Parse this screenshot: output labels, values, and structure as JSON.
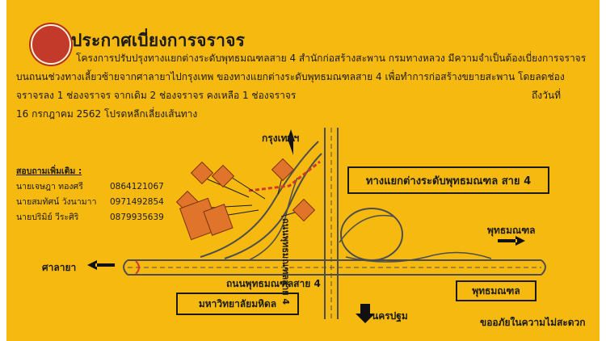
{
  "notice": {
    "title": "ประกาศเบี่ยงการจราจร",
    "lines": [
      "โครงการปรับปรุงทางแยกต่างระดับพุทธมณฑลสาย 4 สำนักก่อสร้างสะพาน กรมทางหลวง มีความจำเป็นต้องเบี่ยงการจราจร",
      "บนถนนช่วงทางเลี้ยวซ้ายจากศาลายาไปกรุงเทพ ของทางแยกต่างระดับพุทธมณฑลสาย 4 เพื่อทำการก่อสร้างขยายสะพาน โดยลดช่อง",
      "จราจรลง 1 ช่องจราจร จากเดิม 2 ช่องจราจร คงเหลือ 1 ช่องจราจร",
      "ถึงวันที่",
      "16 กรกฎาคม  2562  โปรดหลีกเลี่ยงเส้นทาง"
    ]
  },
  "contacts": {
    "heading": "สอบถามเพิ่มเติม :",
    "people": [
      {
        "name": "นายเจษฎา ทองศรี",
        "phone": "0864121067"
      },
      {
        "name": "นายสมทัศน์ วังนามาา",
        "phone": "0971492854"
      },
      {
        "name": "นายปริมิย์  วีระศิริ",
        "phone": "0879935639"
      }
    ]
  },
  "map": {
    "interchange_label": "ทางแยกต่างระดับพุทธมณฑล  สาย 4",
    "bangkok": "กรุงเทพฯ",
    "phutthamonthon": "พุทธมณฑล",
    "salaya": "ศาลายา",
    "road_label": "ถนนพุทธมณฑลสาย 4",
    "vertical_road_label": "ถนนพุทธมณฑลสาย 4",
    "mahidol": "มหาวิทยาลัยมหิดล",
    "phutthamonthon_box": "พุทธมณฑล",
    "nakhon_pathom": "นครปฐม",
    "apology": "ขออภัยในความไม่สะดวก"
  },
  "colors": {
    "background": "#f6b90f",
    "ink": "#1b1b1b",
    "sign_orange": "#e0742a"
  }
}
